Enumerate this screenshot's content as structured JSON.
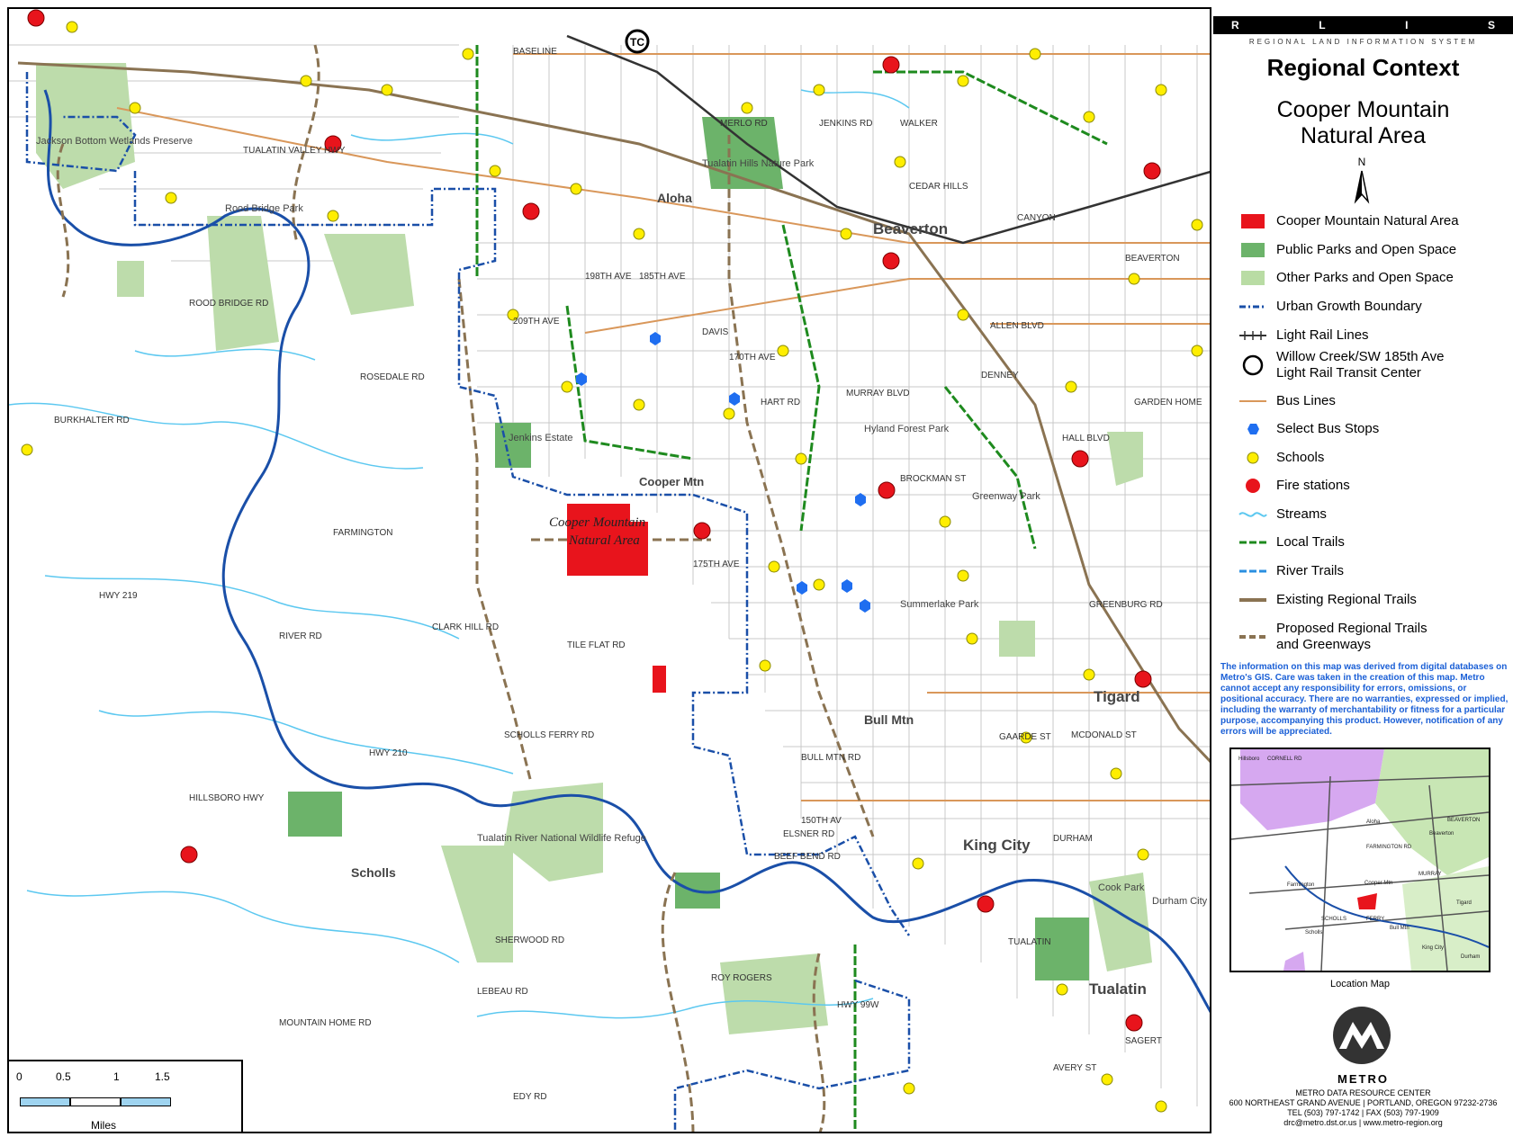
{
  "header": {
    "rlis_letters": [
      "R",
      "L",
      "I",
      "S"
    ],
    "rlis_subtitle": "REGIONAL LAND INFORMATION SYSTEM",
    "title": "Regional Context",
    "subtitle_line1": "Cooper Mountain",
    "subtitle_line2": "Natural Area",
    "north_label": "N"
  },
  "legend": {
    "items": [
      {
        "label": "Cooper Mountain Natural Area",
        "symbol": "red-fill",
        "color": "#e8141c"
      },
      {
        "label": "Public Parks and Open Space",
        "symbol": "green-fill",
        "color": "#6cb36a"
      },
      {
        "label": "Other Parks and Open Space",
        "symbol": "lightgreen-fill",
        "color": "#b9dca4"
      },
      {
        "label": "Urban Growth Boundary",
        "symbol": "dashdot-line",
        "color": "#1a4fa8"
      },
      {
        "label": "Light Rail Lines",
        "symbol": "rail-line",
        "color": "#333333"
      },
      {
        "label": "Willow Creek/SW 185th Ave\nLight Rail Transit Center",
        "symbol": "tc-circle",
        "color": "#000000"
      },
      {
        "label": "Bus Lines",
        "symbol": "solid-line",
        "color": "#d9975a"
      },
      {
        "label": "Select Bus Stops",
        "symbol": "hexagon",
        "color": "#1f6ef0"
      },
      {
        "label": "Schools",
        "symbol": "dot",
        "color": "#ffee00"
      },
      {
        "label": "Fire stations",
        "symbol": "fire-badge",
        "color": "#e8141c"
      },
      {
        "label": "Streams",
        "symbol": "wavy-line",
        "color": "#5cc8f0"
      },
      {
        "label": "Local Trails",
        "symbol": "dash-line",
        "color": "#1e8a1e"
      },
      {
        "label": "River Trails",
        "symbol": "dash-line",
        "color": "#2a8fe0"
      },
      {
        "label": "Existing Regional Trails",
        "symbol": "solid-thick",
        "color": "#8a7352"
      },
      {
        "label": "Proposed Regional Trails\nand Greenways",
        "symbol": "dash-thick",
        "color": "#8a7352"
      }
    ]
  },
  "disclaimer": "The information on this map was derived from digital databases on Metro's GIS.  Care was taken in the creation of this map. Metro cannot accept any responsibility for errors, omissions, or positional accuracy. There are no warranties, expressed or implied, including the warranty of merchantability or fitness for a particular purpose, accompanying this product.  However, notification of any errors will be appreciated.",
  "location_map": {
    "caption": "Location Map",
    "labels": [
      "Hillsboro",
      "CORNELL RD",
      "Aloha",
      "Beaverton",
      "FARMINGTON RD",
      "Farmington",
      "Cooper Mtn",
      "SCHOLLS",
      "FERRY",
      "Scholls",
      "Bull Mtn",
      "Tigard",
      "King City",
      "Durham",
      "MURRAY",
      "BEAVERTON"
    ]
  },
  "footer": {
    "org": "METRO",
    "center": "METRO DATA RESOURCE CENTER",
    "address": "600 NORTHEAST GRAND AVENUE | PORTLAND, OREGON 97232-2736",
    "phone": "TEL (503) 797-1742 | FAX (503) 797-1909",
    "web": "drc@metro.dst.or.us | www.metro-region.org"
  },
  "scale": {
    "ticks": [
      "0",
      "0.5",
      "1",
      "1.5"
    ],
    "unit": "Miles"
  },
  "map_labels": {
    "places": [
      "Aloha",
      "Beaverton",
      "Tigard",
      "King City",
      "Tualatin",
      "Scholls",
      "Bull Mtn",
      "Cooper Mtn"
    ],
    "parks": [
      "Jackson Bottom Wetlands Preserve",
      "Rood Bridge Park",
      "Tualatin Hills Nature Park",
      "Jenkins Estate",
      "Hyland Forest Park",
      "Greenway Park",
      "Summerlake Park",
      "Tualatin River National Wildlife Refuge",
      "Cook Park",
      "Durham City Park"
    ],
    "natural_area_line1": "Cooper Mountain",
    "natural_area_line2": "Natural Area",
    "roads": [
      "BASELINE",
      "TUALATIN VALLEY HWY",
      "FARMINGTON",
      "ROSEDALE RD",
      "BURKHALTER RD",
      "RIVER RD",
      "SCHOLLS FERRY RD",
      "TILE FLAT RD",
      "CLARK HILL RD",
      "HILLSBORO HWY",
      "HWY 219",
      "HWY 210",
      "SHERWOOD RD",
      "LEBEAU RD",
      "EDY RD",
      "BEEF BEND RD",
      "MCDONALD ST",
      "DURHAM",
      "TUALATIN",
      "BEAVERTON",
      "CANYON",
      "JENKINS RD",
      "MERLO RD",
      "WALKER",
      "ALLEN BLVD",
      "DENNEY",
      "HALL BLVD",
      "GARDEN HOME",
      "BROCKMAN ST",
      "MURRAY BLVD",
      "170TH AVE",
      "185TH AVE",
      "198TH AVE",
      "209TH AVE",
      "175TH AVE",
      "GAARDE ST",
      "AVERY ST",
      "SAGERT",
      "MOUNTAIN HOME RD",
      "CEDAR HILLS",
      "HART RD",
      "DAVIS",
      "ROOD BRIDGE RD",
      "BULL MTN RD",
      "150TH AV",
      "ROY ROGERS",
      "ELSNER RD",
      "HWY 99W",
      "GREENBURG RD",
      "TC"
    ]
  }
}
